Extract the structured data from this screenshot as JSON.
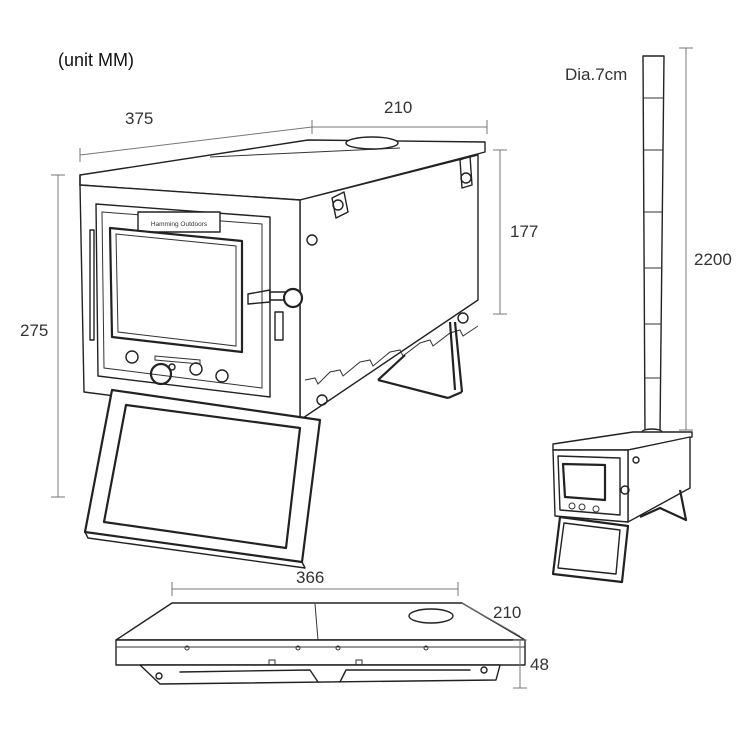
{
  "unit_label": "(unit MM)",
  "door_badge": "Hamming Outdoors",
  "pipe_label": "Dia.7cm",
  "dimensions": {
    "stove_length": "375",
    "stove_width": "210",
    "body_height": "177",
    "total_height": "275",
    "pipe_height": "2200",
    "folded_length": "366",
    "folded_width": "210",
    "folded_height": "48"
  }
}
